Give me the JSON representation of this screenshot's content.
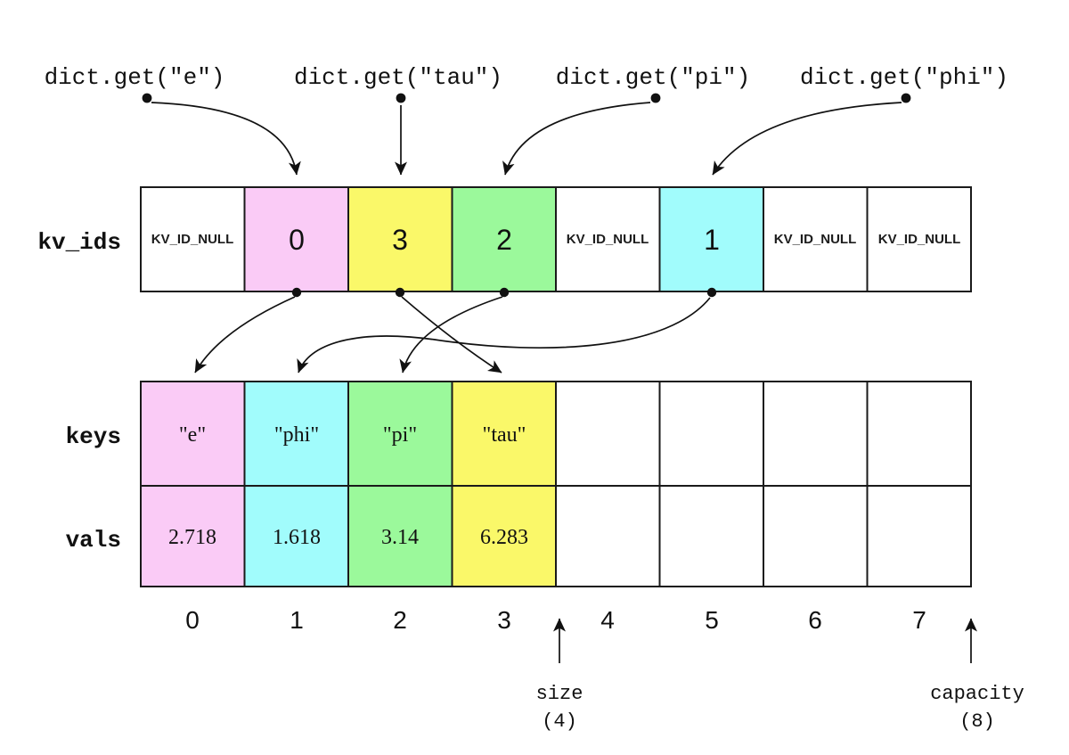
{
  "palette": {
    "pink": "#FACBF6",
    "yellow": "#FAF869",
    "green": "#9BF99B",
    "cyan": "#A1FCFC",
    "white": "#FFFFFF"
  },
  "queries": [
    {
      "label": "dict.get(\"e\")"
    },
    {
      "label": "dict.get(\"tau\")"
    },
    {
      "label": "dict.get(\"pi\")"
    },
    {
      "label": "dict.get(\"phi\")"
    }
  ],
  "kv_ids": {
    "label": "kv_ids",
    "cells": [
      {
        "text": "KV_ID_NULL",
        "fill": "#FFFFFF"
      },
      {
        "text": "0",
        "fill": "#FACBF6"
      },
      {
        "text": "3",
        "fill": "#FAF869"
      },
      {
        "text": "2",
        "fill": "#9BF99B"
      },
      {
        "text": "KV_ID_NULL",
        "fill": "#FFFFFF"
      },
      {
        "text": "1",
        "fill": "#A1FCFC"
      },
      {
        "text": "KV_ID_NULL",
        "fill": "#FFFFFF"
      },
      {
        "text": "KV_ID_NULL",
        "fill": "#FFFFFF"
      }
    ]
  },
  "keys": {
    "label": "keys",
    "cells": [
      {
        "text": "\"e\"",
        "fill": "#FACBF6"
      },
      {
        "text": "\"phi\"",
        "fill": "#A1FCFC"
      },
      {
        "text": "\"pi\"",
        "fill": "#9BF99B"
      },
      {
        "text": "\"tau\"",
        "fill": "#FAF869"
      },
      {
        "text": "",
        "fill": "#FFFFFF"
      },
      {
        "text": "",
        "fill": "#FFFFFF"
      },
      {
        "text": "",
        "fill": "#FFFFFF"
      },
      {
        "text": "",
        "fill": "#FFFFFF"
      }
    ]
  },
  "vals": {
    "label": "vals",
    "cells": [
      {
        "text": "2.718",
        "fill": "#FACBF6"
      },
      {
        "text": "1.618",
        "fill": "#A1FCFC"
      },
      {
        "text": "3.14",
        "fill": "#9BF99B"
      },
      {
        "text": "6.283",
        "fill": "#FAF869"
      },
      {
        "text": "",
        "fill": "#FFFFFF"
      },
      {
        "text": "",
        "fill": "#FFFFFF"
      },
      {
        "text": "",
        "fill": "#FFFFFF"
      },
      {
        "text": "",
        "fill": "#FFFFFF"
      }
    ]
  },
  "indices": [
    "0",
    "1",
    "2",
    "3",
    "4",
    "5",
    "6",
    "7"
  ],
  "size": {
    "label": "size",
    "value": "(4)"
  },
  "capacity": {
    "label": "capacity",
    "value": "(8)"
  }
}
